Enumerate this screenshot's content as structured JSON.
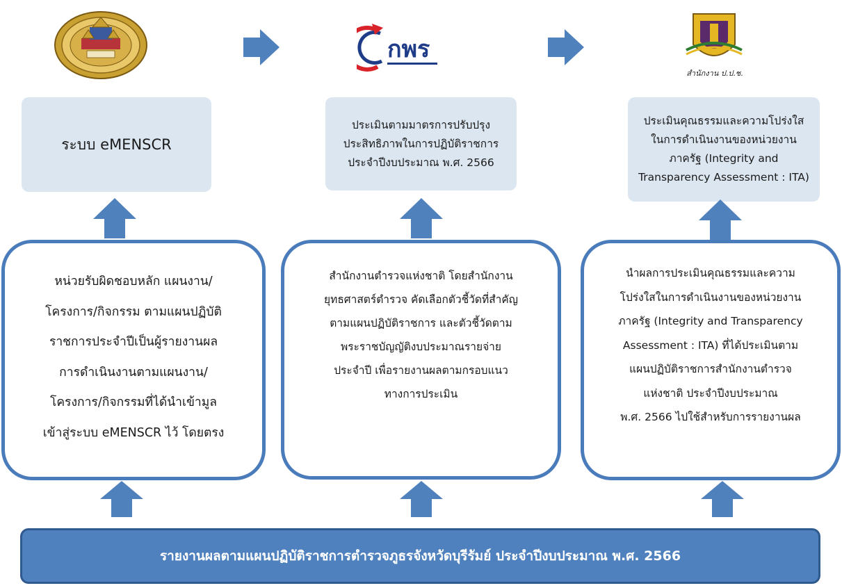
{
  "logos": [
    {
      "name": "ministry-seal",
      "icon": "thai-emblem-seal-icon"
    },
    {
      "name": "opdc-logo",
      "icon": "opdc-logo-icon",
      "wordmark": "กพร"
    },
    {
      "name": "nacc-logo",
      "icon": "nacc-emblem-icon",
      "caption": "สำนักงาน ป.ป.ช."
    }
  ],
  "top_boxes": [
    {
      "lines": [
        "ระบบ eMENSCR"
      ]
    },
    {
      "lines": [
        "ประเมินตามมาตรการปรับปรุง",
        "ประสิทธิภาพในการปฏิบัติราชการ",
        "ประจำปีงบประมาณ พ.ศ. 2566"
      ]
    },
    {
      "lines": [
        "ประเมินคุณธรรมและความโปร่งใส",
        "ในการดำเนินงานของหน่วยงาน",
        "ภาครัฐ (Integrity and",
        "Transparency Assessment : ITA)"
      ]
    }
  ],
  "mid_boxes": [
    {
      "lines": [
        "หน่วยรับผิดชอบหลัก แผนงาน/",
        "โครงการ/กิจกรรม ตามแผนปฏิบัติ",
        "ราชการประจำปีเป็นผู้รายงานผล",
        "การดำเนินงานตามแผนงาน/",
        "โครงการ/กิจกรรมที่ได้นำเข้ามูล",
        "เข้าสู่ระบบ eMENSCR ไว้ โดยตรง"
      ]
    },
    {
      "lines": [
        "สำนักงานตำรวจแห่งชาติ โดยสำนักงาน",
        "ยุทธศาสตร์ตำรวจ คัดเลือกตัวชี้วัดที่สำคัญ",
        "ตามแผนปฏิบัติราชการ และตัวชี้วัดตาม",
        "พระราชบัญญัติงบประมาณรายจ่าย",
        "ประจำปี เพื่อรายงานผลตามกรอบแนว",
        "ทางการประเมิน"
      ]
    },
    {
      "lines": [
        "นำผลการประเมินคุณธรรมและความ",
        "โปร่งใสในการดำเนินงานของหน่วยงาน",
        "ภาครัฐ (Integrity and Transparency",
        "Assessment : ITA) ที่ได้ประเมินตาม",
        "แผนปฏิบัติราชการสำนักงานตำรวจ",
        "แห่งชาติ ประจำปีงบประมาณ",
        "พ.ศ. 2566 ไปใช้สำหรับการรายงานผล"
      ]
    }
  ],
  "bottom": {
    "text": "รายงานผลตามแผนปฏิบัติราชการตำรวจภูธรจังหวัดบุรีรัมย์ ประจำปีงบประมาณ พ.ศ. 2566"
  },
  "colors": {
    "arrow": "#4f81bd",
    "box_border": "#4a7bbb",
    "top_fill": "#dce6f1",
    "bar_fill": "#4e81bd"
  }
}
